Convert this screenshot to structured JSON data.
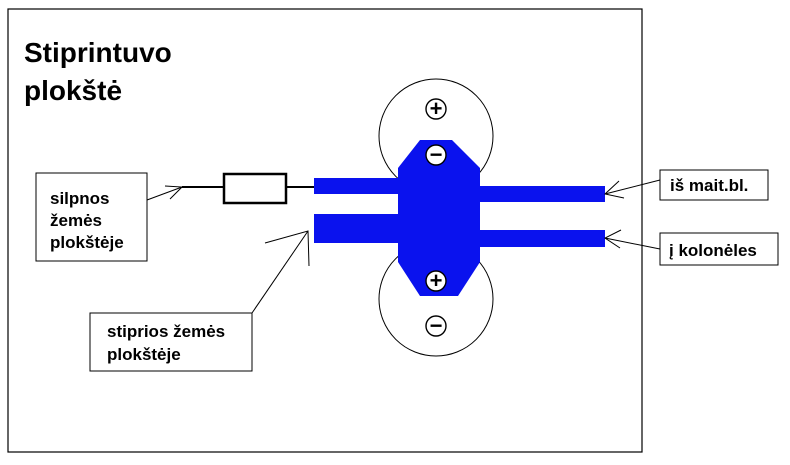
{
  "title": {
    "line1": "Stiprintuvo",
    "line2": "plokštė"
  },
  "labels": {
    "weak_ground": [
      "silpnos",
      "žemės",
      "plokštėje"
    ],
    "strong_ground": [
      "stiprios žemės",
      "plokštėje"
    ],
    "power_supply": "iš mait.bl.",
    "speakers": "į kolonėles"
  },
  "symbols": {
    "plus": "+",
    "minus": "−"
  },
  "colors": {
    "trace": "#0a12ee",
    "line": "#000000",
    "background": "#ffffff"
  }
}
